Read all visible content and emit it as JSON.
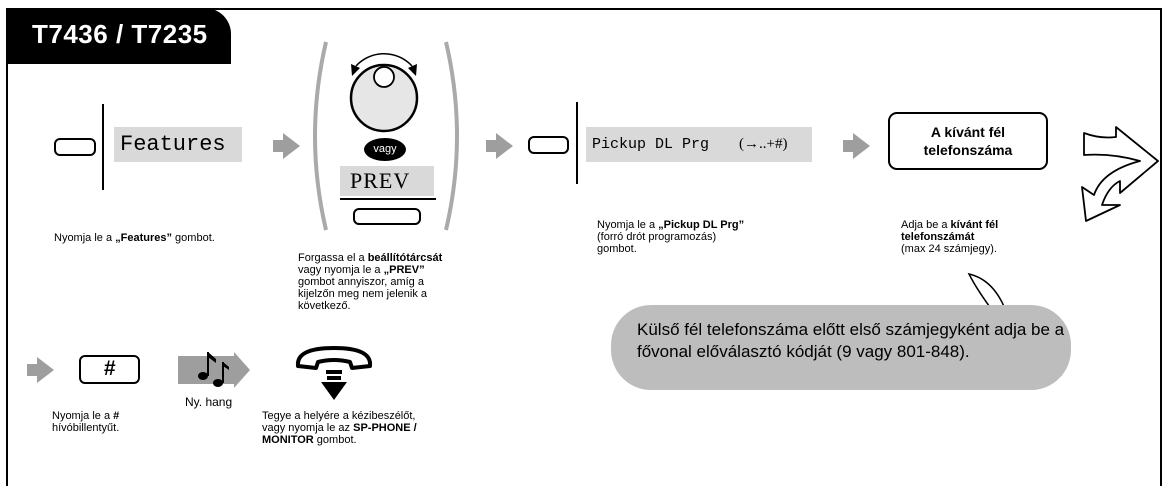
{
  "model": "T7436 / T7235",
  "steps": {
    "features": {
      "display": "Features",
      "caption_pre": "Nyomja le a ",
      "caption_bold": "„Features”",
      "caption_post": " gombot."
    },
    "dial": {
      "or_label": "vagy",
      "display": "PREV",
      "caption_pre": "Forgassa el a ",
      "caption_bold1": "beállítótárcsát",
      "caption_line2_pre": "vagy nyomja le a ",
      "caption_bold2": "„PREV”",
      "caption_line3": "gombot annyiszor, amíg a",
      "caption_line4": "kijelzőn meg nem jelenik a",
      "caption_line5": "következő."
    },
    "pickup": {
      "display": "Pickup DL Prg",
      "display_suffix": "(→..+#)",
      "caption_pre": "Nyomja le a ",
      "caption_bold": "„Pickup DL Prg”",
      "caption_line2": "(forró drót programozás)",
      "caption_line3": "gombot."
    },
    "target": {
      "box_line1": "A kívánt fél",
      "box_line2": "telefonszáma",
      "caption_pre": "Adja be a ",
      "caption_bold1": "kívánt fél",
      "caption_bold2": "telefonszámát",
      "caption_line3": "(max 24 számjegy)."
    },
    "hash": {
      "key_label": "#",
      "caption_pre": "Nyomja le a ",
      "caption_bold": "#",
      "caption_line2": "hívóbillentyűt."
    },
    "tone": {
      "label": "Ny. hang"
    },
    "hangup": {
      "caption_line1": "Tegye a helyére a kézibeszélőt,",
      "caption_line2_pre": "vagy nyomja le az ",
      "caption_bold1": "SP-PHONE /",
      "caption_bold2": "MONITOR",
      "caption_line3_post": " gombot."
    }
  },
  "note": "Külső fél telefonszáma előtt első számjegyként adja be a fővonal előválasztó kódját (9 vagy 801-848).",
  "colors": {
    "display_bg": "#d9d9d9",
    "arrow": "#9e9e9e",
    "note_bg": "#bdbdbd"
  }
}
